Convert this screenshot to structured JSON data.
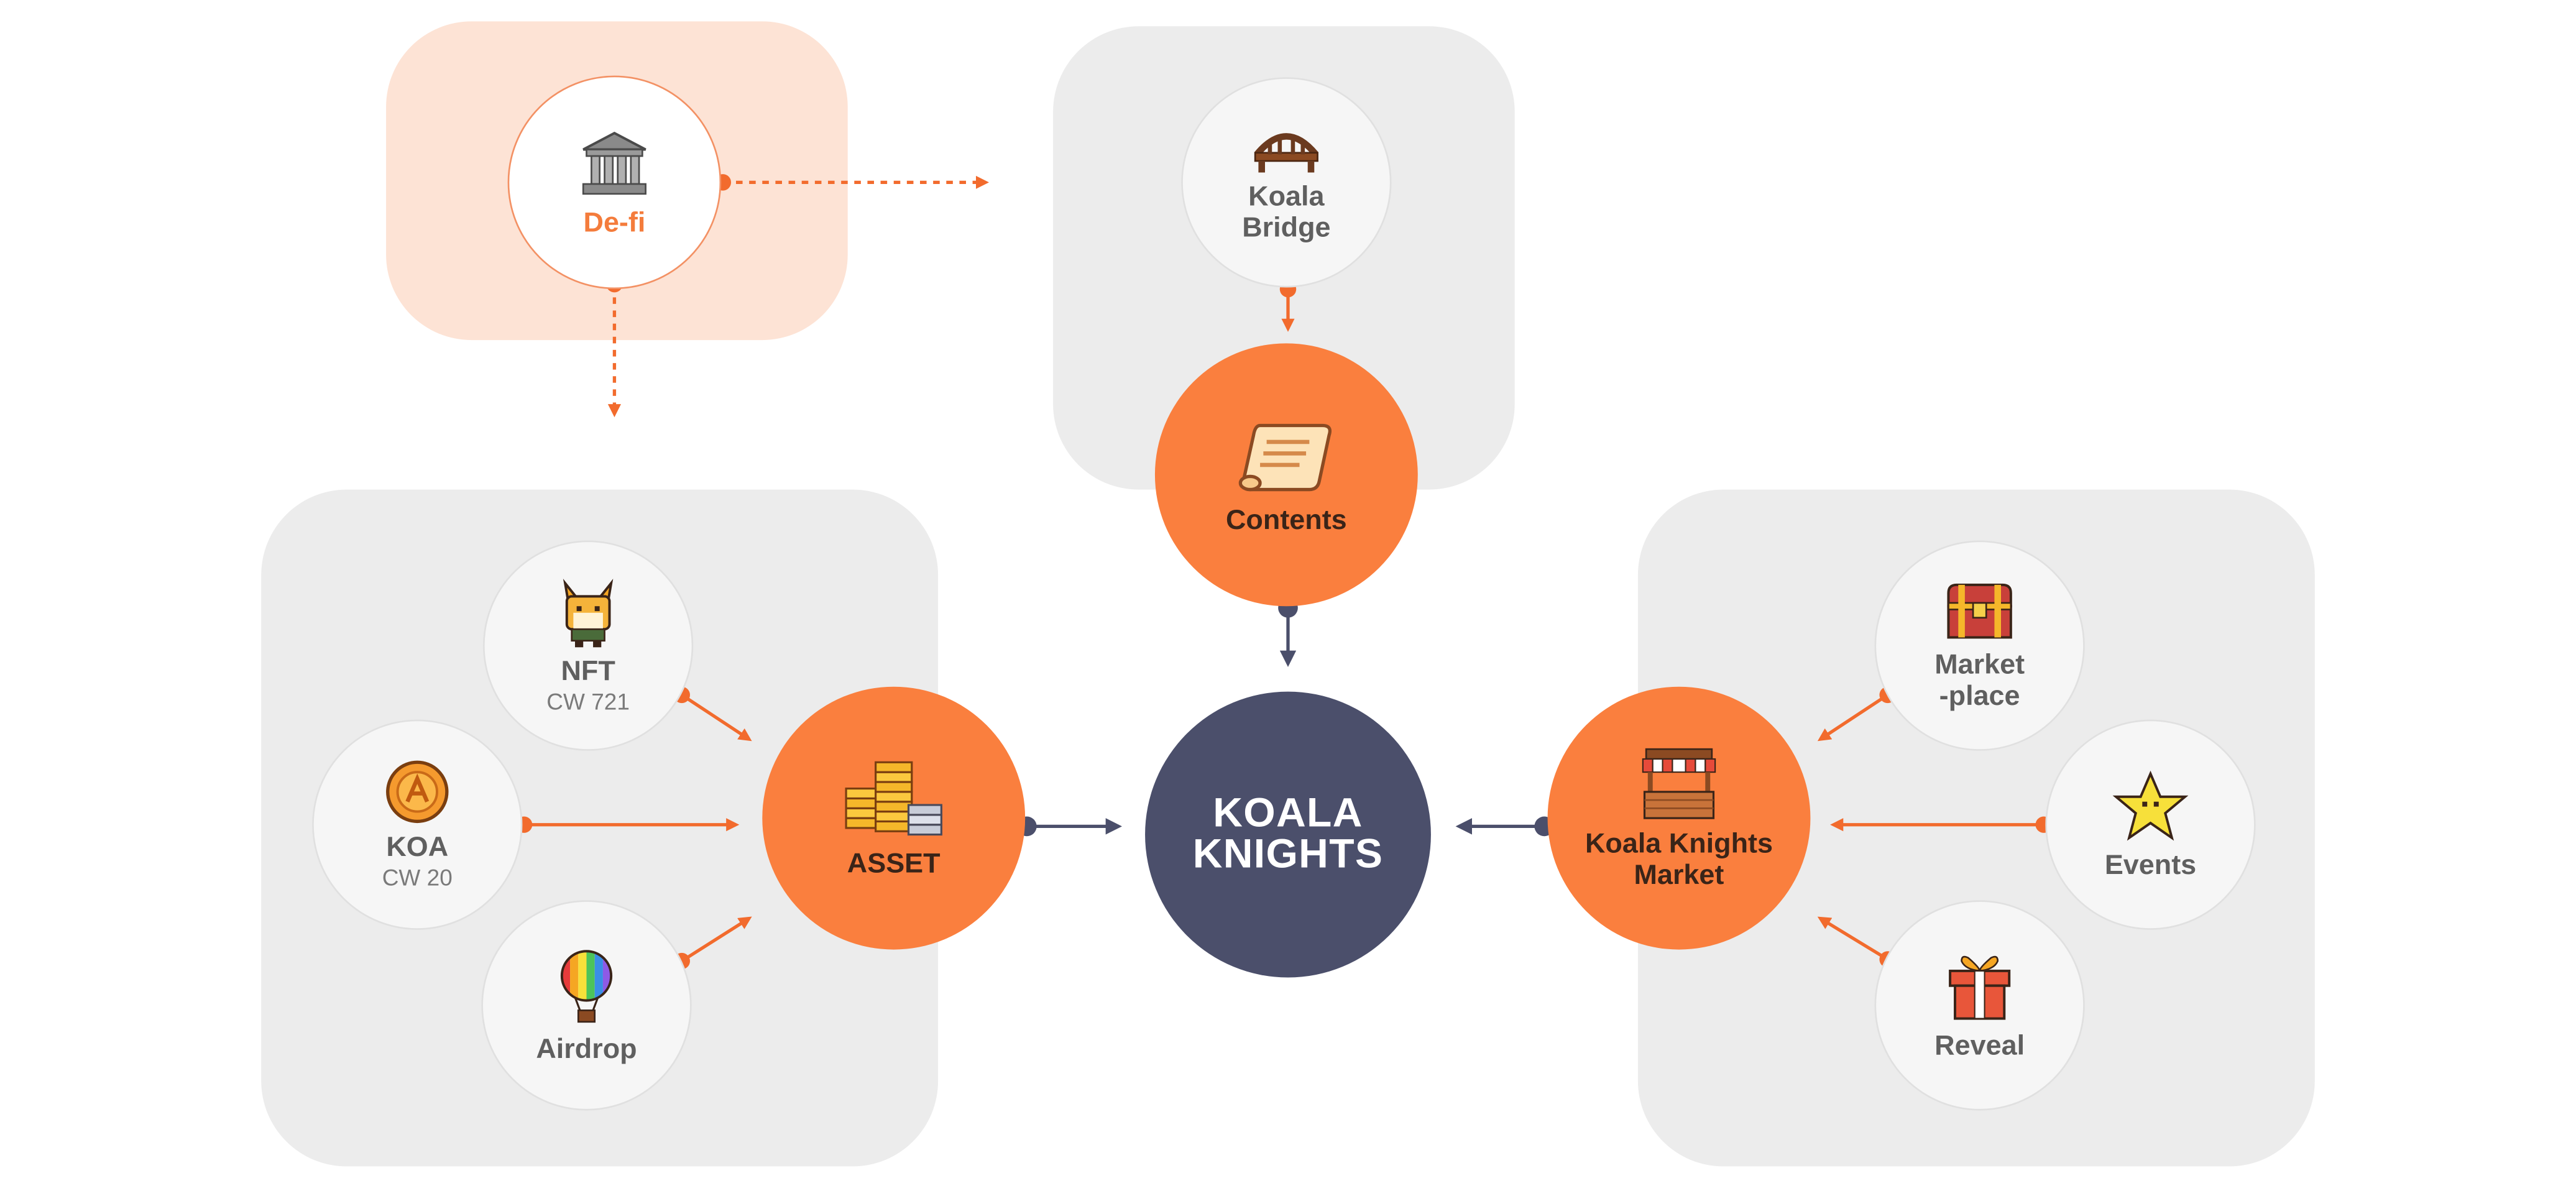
{
  "nodes": {
    "defi": {
      "label": "De-fi",
      "icon": "bank-icon"
    },
    "bridge": {
      "label": "Koala\nBridge",
      "icon": "bridge-icon"
    },
    "contents": {
      "label": "Contents",
      "icon": "scroll-icon"
    },
    "nft": {
      "label": "NFT",
      "sub": "CW 721",
      "icon": "koala-nft-icon"
    },
    "koa": {
      "label": "KOA",
      "sub": "CW 20",
      "icon": "coin-icon"
    },
    "airdrop": {
      "label": "Airdrop",
      "icon": "balloon-icon"
    },
    "asset": {
      "label": "ASSET",
      "icon": "coin-stack-icon"
    },
    "center": {
      "label": "KOALA\nKNIGHTS"
    },
    "market": {
      "label": "Koala Knights\nMarket",
      "icon": "market-stall-icon"
    },
    "marketplace": {
      "label": "Market\n-place",
      "icon": "treasure-chest-icon"
    },
    "events": {
      "label": "Events",
      "icon": "star-icon"
    },
    "reveal": {
      "label": "Reveal",
      "icon": "gift-box-icon"
    }
  },
  "colors": {
    "orange": "#fa7f3e",
    "navy": "#4b4f6b",
    "panel_gray": "#ececec",
    "panel_peach": "#fde3d5",
    "arrow_orange": "#f26b2d"
  }
}
